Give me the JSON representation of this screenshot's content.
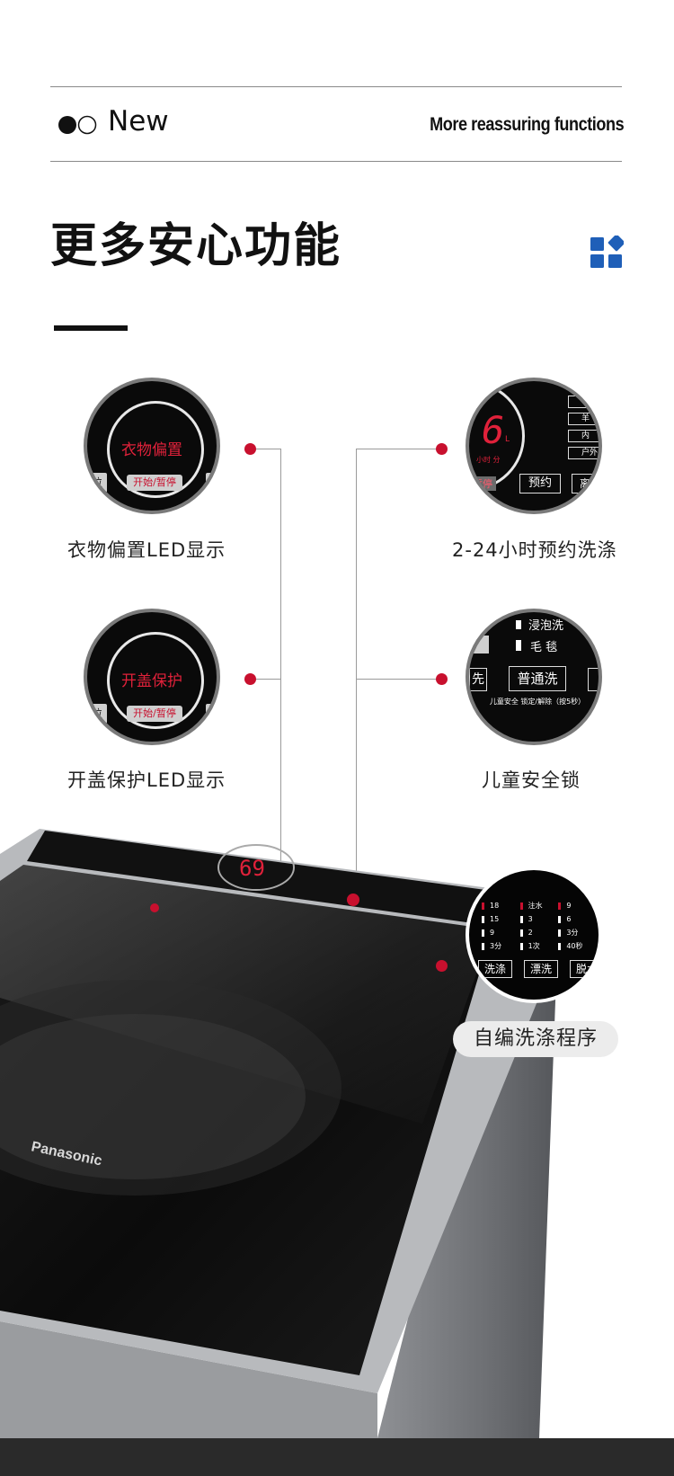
{
  "header": {
    "new_label": "New",
    "tagline": "More reassuring functions"
  },
  "title": "更多安心功能",
  "features": {
    "garment_imbalance": {
      "circle_text": "衣物偏置",
      "button_label": "开始/暂停",
      "side_left": "位",
      "caption": "衣物偏置LED显示"
    },
    "lid_protection": {
      "circle_text": "开盖保护",
      "button_label": "开始/暂停",
      "side_left": "位",
      "caption": "开盖保护LED显示"
    },
    "reservation": {
      "display_digit": "6",
      "display_unit": "L",
      "hours_label": "小时 分",
      "pause_label": "暂停",
      "reserve_button": "预约",
      "spin_button": "离心",
      "options": [
        "羊",
        "内",
        "户外"
      ],
      "caption": "2-24小时预约洗涤"
    },
    "child_lock": {
      "option_soak": "浸泡洗",
      "option_blanket": "毛 毯",
      "left_edge": "先",
      "main_button": "普通洗",
      "lock_hint": "儿童安全 锁定/解除（按5秒）",
      "caption": "儿童安全锁"
    },
    "custom_program": {
      "grid": [
        [
          "18",
          "注水",
          "9"
        ],
        [
          "15",
          "3",
          "6"
        ],
        [
          "9",
          "2",
          "3分"
        ],
        [
          "3分",
          "1次",
          "40秒"
        ]
      ],
      "buttons": [
        "洗涤",
        "漂洗",
        "脱水"
      ],
      "caption": "自编洗涤程序"
    }
  },
  "machine": {
    "brand": "Panasonic",
    "display_value": "69",
    "colors": {
      "accent": "#c8102e",
      "panel": "#111111",
      "body": "#8a8c8f"
    }
  }
}
